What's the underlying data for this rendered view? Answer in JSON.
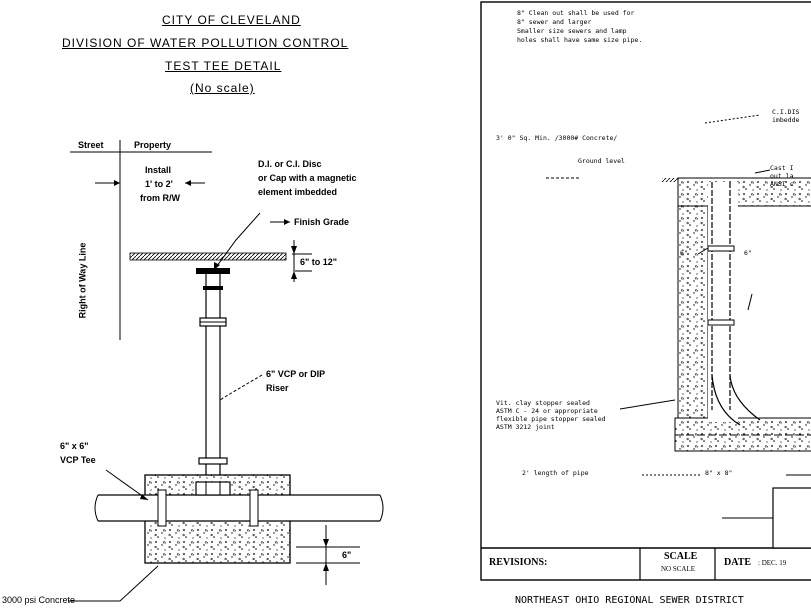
{
  "header": {
    "line1": "CITY OF CLEVELAND",
    "line2": "DIVISION OF WATER POLLUTION CONTROL",
    "line3": "TEST TEE DETAIL",
    "line4": "(No scale)"
  },
  "left_labels": {
    "street": "Street",
    "property": "Property",
    "install_1": "Install",
    "install_2": "1' to 2'",
    "install_3": "from R/W",
    "right_of_way": "Right of Way Line",
    "disc_1": "D.I. or C.I. Disc",
    "disc_2": "or Cap with a magnetic",
    "disc_3": "element imbedded",
    "finish_grade": "Finish Grade",
    "depth": "6\" to 12\"",
    "riser_1": "6\" VCP or DIP",
    "riser_2": "Riser",
    "tee_1": "6\" x 6\"",
    "tee_2": "VCP Tee",
    "bottom_dim": "6\"",
    "concrete": "3000 psi Concrete"
  },
  "right_labels": {
    "note_1": "8\" Clean out shall be used for",
    "note_2": "8\" sewer and larger",
    "note_3": "Smaller size sewers and lamp",
    "note_4": "holes shall have same size pipe.",
    "disc_1": "C.I.DIS",
    "disc_2": "imbedde",
    "concrete": "3'  0\" Sq. Min. /3000# Concrete/",
    "ground_level": "Ground level",
    "cast_1": "Cast I",
    "cast_2": "out la",
    "cast_3": "ANSI c",
    "six_a": "6\"",
    "six_b": "6\"",
    "vit_1": "Vit. clay stopper sealed",
    "vit_2": "ASTM C - 24 or appropriate",
    "vit_3": "flexible pipe stopper sealed",
    "vit_4": "ASTM 3212 joint",
    "pipe_length": "2' length of pipe",
    "tee_size": "8\" x 8\"",
    "revisions": "REVISIONS:",
    "scale_1": "SCALE",
    "scale_2": "NO SCALE",
    "date_label": "DATE",
    "date_value": ": DEC. 19",
    "footer": "NORTHEAST OHIO REGIONAL SEWER DISTRICT"
  }
}
